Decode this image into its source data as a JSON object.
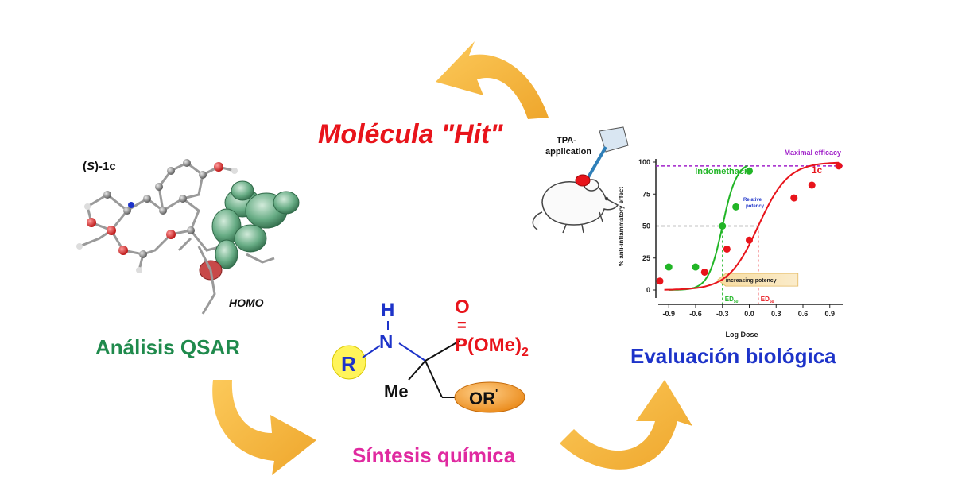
{
  "titles": {
    "hit": "Molécula \"Hit\"",
    "qsar": "Análisis QSAR",
    "sintesis": "Síntesis química",
    "evaluacion": "Evaluación biológica"
  },
  "molecule_panel": {
    "compound_label_prefix": "(",
    "compound_label_italic": "S",
    "compound_label_suffix": ")-1c",
    "orbital_label": "HOMO"
  },
  "structure": {
    "h": "H",
    "n": "N",
    "r": "R",
    "o": "O",
    "eq": "=",
    "p_group": "P(OMe)",
    "p_sub": "2",
    "me": "Me",
    "or_group": "OR",
    "or_sup": "'"
  },
  "mouse": {
    "label_line1": "TPA-",
    "label_line2": "application"
  },
  "chart_data": {
    "type": "scatter",
    "xlabel": "Log Dose",
    "ylabel": "% anti-inflammatory effect",
    "xlim": [
      -1.0,
      1.0
    ],
    "ylim": [
      0,
      100
    ],
    "x_ticks": [
      "-0.9",
      "-0.6",
      "-0.3",
      "0.0",
      "0.3",
      "0.6",
      "0.9"
    ],
    "y_ticks": [
      "0",
      "25",
      "50",
      "75",
      "100"
    ],
    "grid": false,
    "series": [
      {
        "name": "Indomethacin",
        "color": "#21b526",
        "x": [
          -0.9,
          -0.6,
          -0.3,
          -0.15,
          0.0
        ],
        "y": [
          18,
          18,
          50,
          65,
          93
        ],
        "curve": {
          "emax": 100,
          "ed50": -0.3,
          "hill": 5.5,
          "x_from": -0.9,
          "x_to": -0.02
        }
      },
      {
        "name": "1c",
        "color": "#e8141b",
        "x": [
          -1.0,
          -0.5,
          -0.25,
          0.0,
          0.5,
          0.7,
          1.0
        ],
        "y": [
          7,
          14,
          32,
          39,
          72,
          82,
          97
        ],
        "curve": {
          "emax": 100,
          "ed50": 0.1,
          "hill": 2.6,
          "x_from": -0.95,
          "x_to": 1.0
        }
      }
    ],
    "annotations": {
      "maximal_efficacy": "Maximal efficacy",
      "relative_potency_line1": "Relative",
      "relative_potency_line2": "potency",
      "increasing_potency": "increasing potency",
      "ed_main": "ED",
      "ed_sub": "50",
      "ed_x_indomethacin": -0.3,
      "ed_x_1c": 0.1,
      "reference_level": 50,
      "maximal_level": 97
    }
  },
  "colors": {
    "arrow": "#f4b33a",
    "red": "#e8141b",
    "green": "#1f8a4c",
    "blue": "#1d33c9",
    "magenta": "#e02aa0",
    "purple": "#a021c9"
  }
}
